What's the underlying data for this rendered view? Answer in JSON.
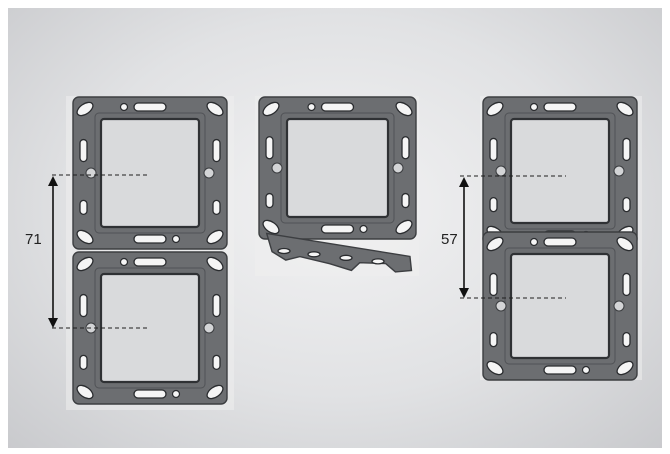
{
  "dimensions": {
    "left": {
      "label": "71"
    },
    "right": {
      "label": "57"
    }
  },
  "objects": [
    "stacked-mounting-frames-71",
    "single-mounting-frame-with-strip",
    "stacked-mounting-frames-57"
  ],
  "colors": {
    "background": "#ffffff",
    "panel": "#e1e2e4",
    "frame": "#6c6e71",
    "window": "#d9dadc",
    "lines": "#111111"
  }
}
